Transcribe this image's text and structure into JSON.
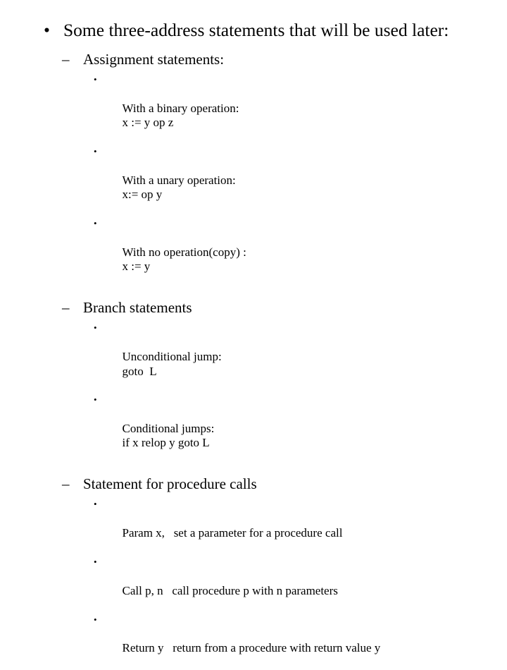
{
  "slide": {
    "background_color": "#ffffff",
    "text_color": "#000000",
    "title_bullet_glyph": "•",
    "dash_glyph": "–",
    "sub_bullet_glyph": "•"
  },
  "content": {
    "level1": {
      "text": "Some three-address statements that will be used later:"
    },
    "sections": [
      {
        "heading": "Assignment statements:",
        "items": [
          {
            "label": "With a binary operation:",
            "value": "x := y op z"
          },
          {
            "label": "With a unary operation:",
            "value": "x:= op y"
          },
          {
            "label": "With no operation(copy) :",
            "value": "x := y"
          }
        ]
      },
      {
        "heading": "Branch statements",
        "items": [
          {
            "label": "Unconditional jump:",
            "value": "goto  L"
          },
          {
            "label": "Conditional jumps:",
            "value": "if x relop y goto L"
          }
        ]
      },
      {
        "heading": "Statement for procedure calls",
        "items": [
          {
            "label": "Param x,",
            "value": "set a parameter for a procedure call"
          },
          {
            "label": "Call p, n",
            "value": "call procedure p with n parameters"
          },
          {
            "label": "Return y",
            "value": "return from a procedure with return value y"
          }
        ]
      }
    ]
  }
}
